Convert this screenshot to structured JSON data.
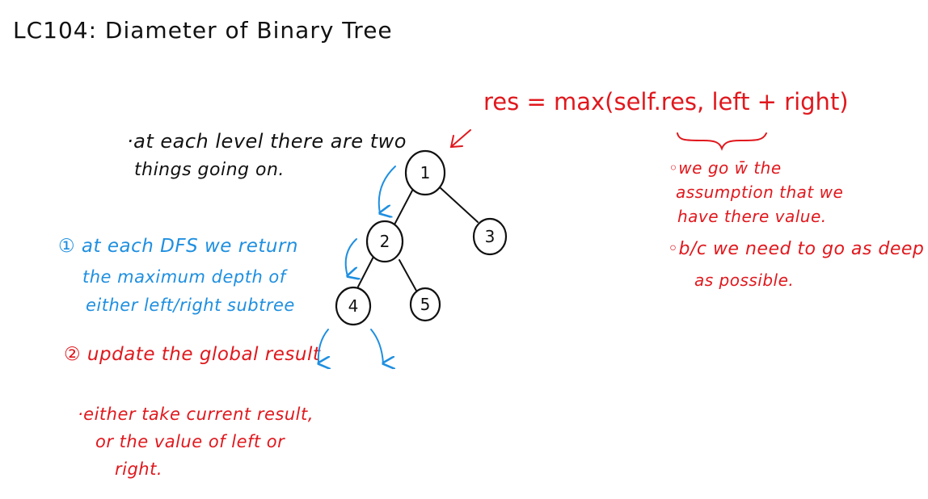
{
  "title": "LC104: Diameter of Binary Tree",
  "observation": {
    "line1": "·at each level there are two",
    "line2": "things going on."
  },
  "blue_note": {
    "line1": "① at each DFS we return",
    "line2": "the maximum depth of",
    "line3": "either left/right subtree"
  },
  "red_note": {
    "heading": "② update the global result",
    "sub_line1": "·either take current result,",
    "sub_line2": "or the value of left or",
    "sub_line3": "right."
  },
  "formula": "res = max(self.res, left + right)",
  "assumptions": {
    "line1": "◦we go w̄ the",
    "line2": "assumption that we",
    "line3": "have there value.",
    "line4": "◦b/c we need to go as deep",
    "line5": "as possible."
  },
  "tree": {
    "nodes": [
      {
        "id": "n1",
        "label": "1"
      },
      {
        "id": "n2",
        "label": "2"
      },
      {
        "id": "n3",
        "label": "3"
      },
      {
        "id": "n4",
        "label": "4"
      },
      {
        "id": "n5",
        "label": "5"
      }
    ],
    "edges": [
      [
        "n1",
        "n2"
      ],
      [
        "n1",
        "n3"
      ],
      [
        "n2",
        "n4"
      ],
      [
        "n2",
        "n5"
      ]
    ]
  },
  "colors": {
    "black_ink": "#111111",
    "red_ink": "#e0181d",
    "blue_ink": "#1f8fe0"
  }
}
